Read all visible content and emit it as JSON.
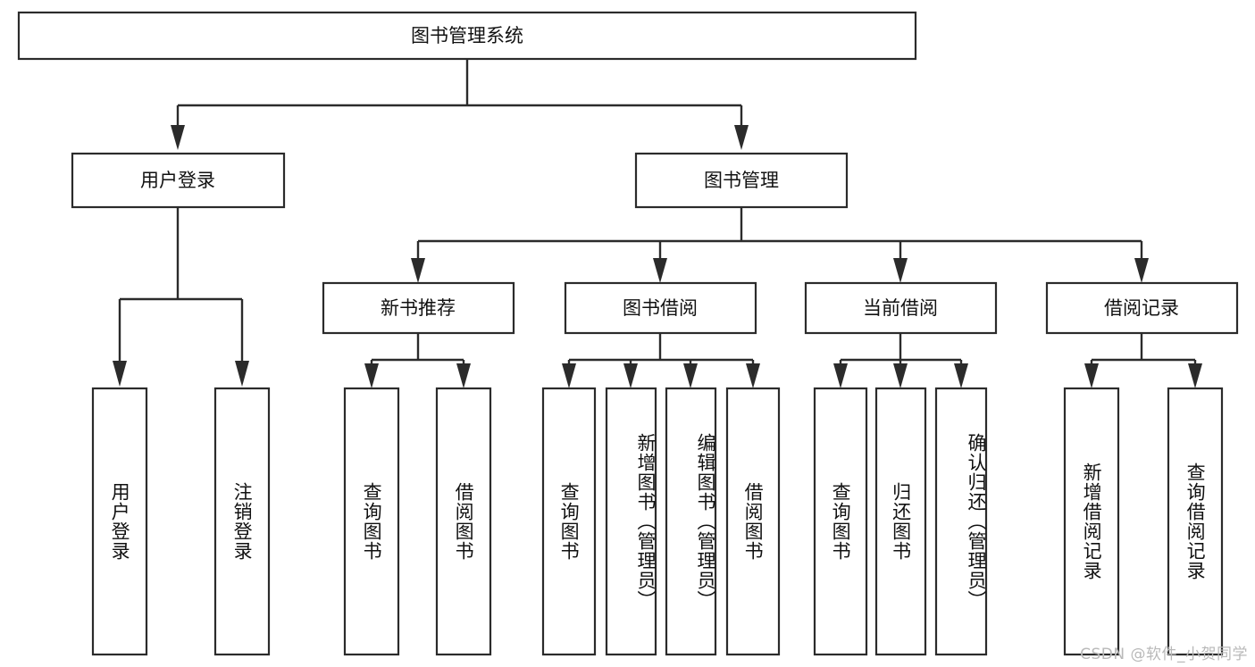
{
  "diagram": {
    "type": "hierarchy-tree",
    "orientation": "top-down",
    "title": "图书管理系统",
    "watermark": "CSDN @软件_小贺同学",
    "colors": {
      "box_stroke": "#2b2b2b",
      "box_fill": "#ffffff",
      "connector": "#2b2b2b",
      "text": "#111111",
      "watermark": "#b9b9b9",
      "background": "#ffffff"
    },
    "root": {
      "label": "图书管理系统",
      "children": [
        {
          "label": "用户登录",
          "children": [
            {
              "label": "用户登录"
            },
            {
              "label": "注销登录"
            }
          ]
        },
        {
          "label": "图书管理",
          "children": [
            {
              "label": "新书推荐",
              "children": [
                {
                  "label": "查询图书"
                },
                {
                  "label": "借阅图书"
                }
              ]
            },
            {
              "label": "图书借阅",
              "children": [
                {
                  "label": "查询图书"
                },
                {
                  "label": "新增图书（管理员）"
                },
                {
                  "label": "编辑图书（管理员）"
                },
                {
                  "label": "借阅图书"
                }
              ]
            },
            {
              "label": "当前借阅",
              "children": [
                {
                  "label": "查询图书"
                },
                {
                  "label": "归还图书"
                },
                {
                  "label": "确认归还（管理员）"
                }
              ]
            },
            {
              "label": "借阅记录",
              "children": [
                {
                  "label": "新增借阅记录"
                },
                {
                  "label": "查询借阅记录"
                }
              ]
            }
          ]
        }
      ]
    },
    "nodes": {
      "root_title": "图书管理系统",
      "l1_user_login": "用户登录",
      "l1_book_mgmt": "图书管理",
      "l2_new_book": "新书推荐",
      "l2_book_borrow": "图书借阅",
      "l2_current_borrow": "当前借阅",
      "l2_borrow_record": "借阅记录",
      "leaf_user_login": "用户登录",
      "leaf_logout": "注销登录",
      "leaf_nb_query": "查询图书",
      "leaf_nb_borrow": "借阅图书",
      "leaf_bb_query": "查询图书",
      "leaf_bb_add": "新增图书（管理员）",
      "leaf_bb_edit": "编辑图书（管理员）",
      "leaf_bb_borrow": "借阅图书",
      "leaf_cb_query": "查询图书",
      "leaf_cb_return": "归还图书",
      "leaf_cb_confirm": "确认归还（管理员）",
      "leaf_br_add": "新增借阅记录",
      "leaf_br_query": "查询借阅记录"
    }
  }
}
